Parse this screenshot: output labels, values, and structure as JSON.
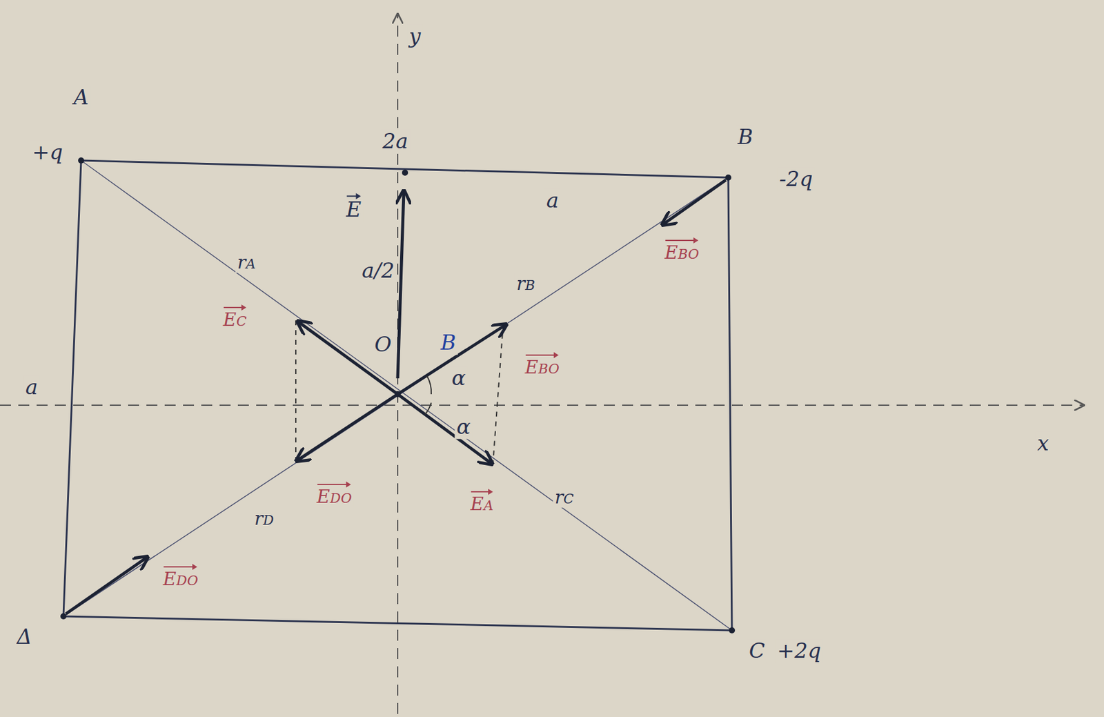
{
  "diagram": {
    "labels": [
      "y",
      "A",
      "+q",
      "2a",
      "B",
      "-2q",
      "E",
      "a",
      "a/2",
      "rA",
      "rB",
      "EC",
      "O",
      "B",
      "EBO",
      "α",
      "α",
      "a",
      "x",
      "EDO",
      "EA",
      "rC",
      "rD",
      "EBO",
      "EDO",
      "Δ",
      "C",
      "+2q"
    ]
  }
}
